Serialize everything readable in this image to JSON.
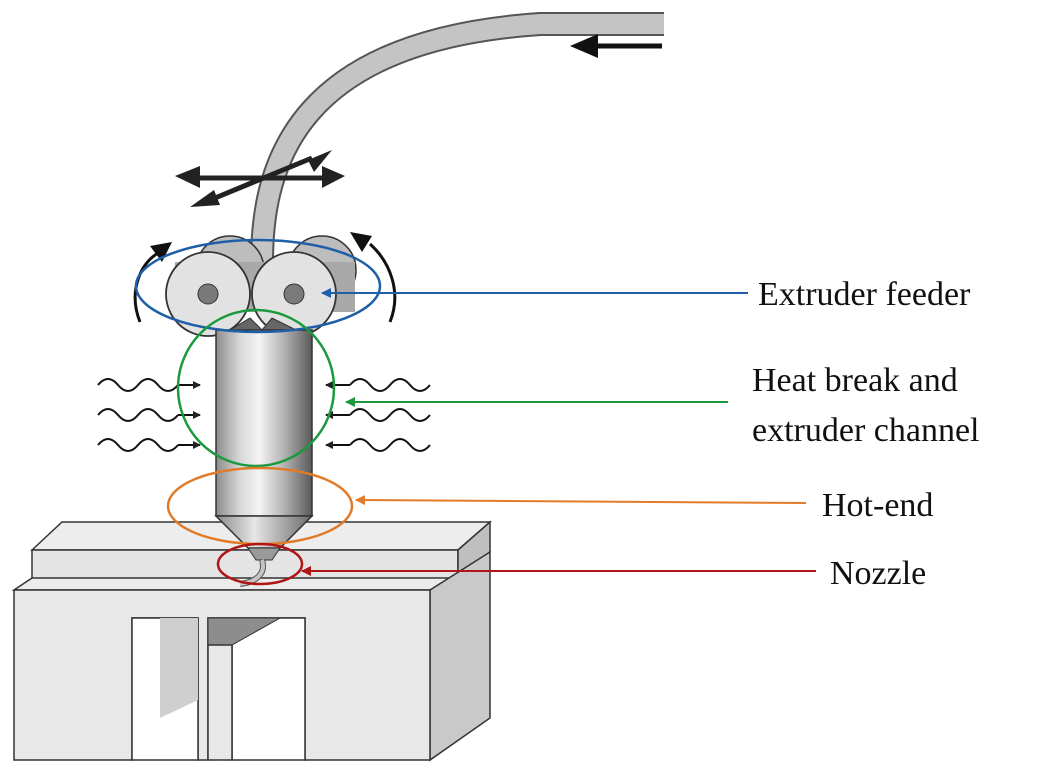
{
  "labels": {
    "extruder_feeder": "Extruder feeder",
    "heat_break_line1": "Heat break and",
    "heat_break_line2": "extruder channel",
    "hot_end": "Hot-end",
    "nozzle": "Nozzle"
  },
  "colors": {
    "extruder_feeder": "#1f5fa8",
    "heat_break": "#1a9a3c",
    "hot_end": "#e07b2a",
    "nozzle": "#b01414"
  },
  "icons": [
    "filament-direction-arrow-icon",
    "xy-motion-arrows-icon",
    "roller-rotation-arrow-icon",
    "heat-wave-icon"
  ]
}
